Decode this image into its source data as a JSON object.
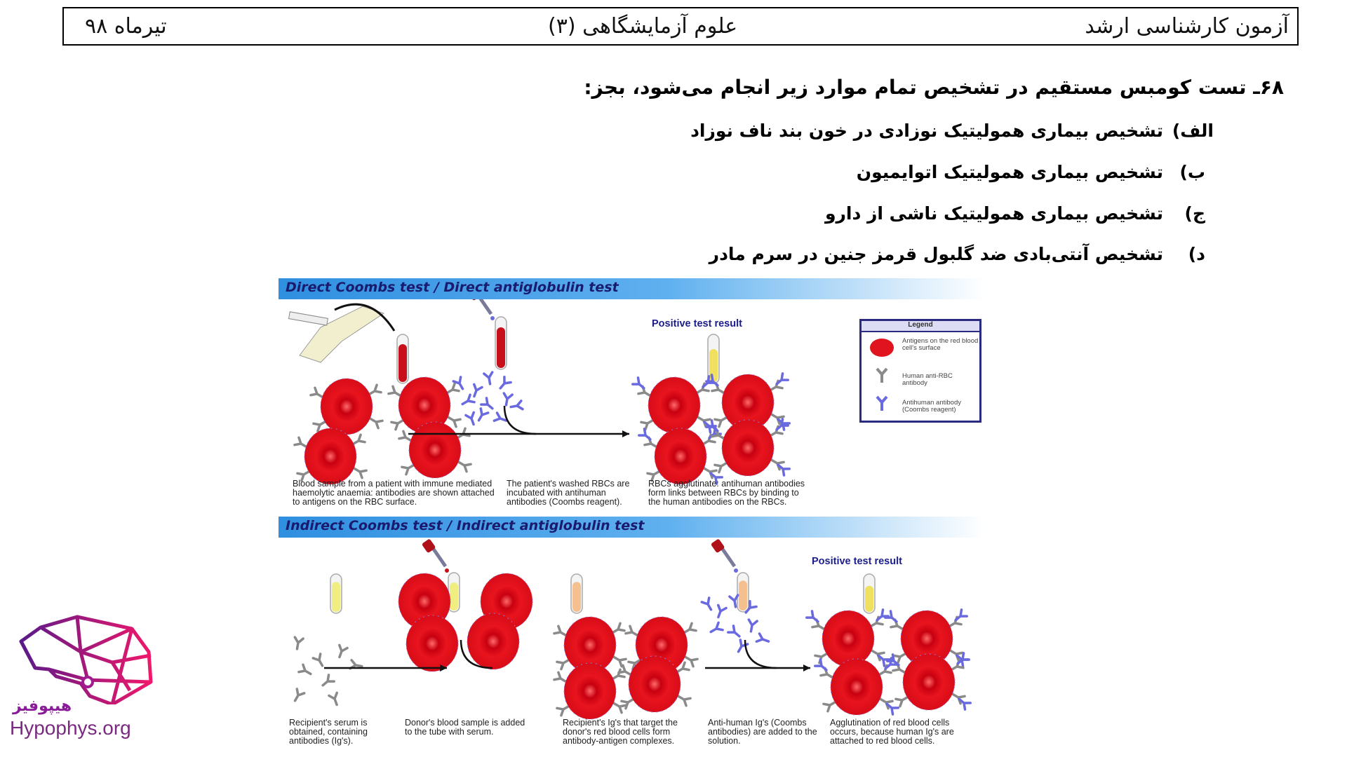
{
  "header": {
    "right": "آزمون کارشناسی ارشد",
    "center": "علوم آزمایشگاهی (۳)",
    "left": "تیرماه ۹۸"
  },
  "question": {
    "number": "۶۸ـ",
    "text": "تست کومبس مستقیم در تشخیص تمام موارد زیر انجام می‌شود، بجز:",
    "options": [
      {
        "label": "الف)",
        "text": "تشخیص بیماری همولیتیک نوزادی در خون بند ناف نوزاد"
      },
      {
        "label": "ب)",
        "text": "تشخیص بیماری همولیتیک اتوایمیون"
      },
      {
        "label": "ج)",
        "text": "تشخیص بیماری همولیتیک ناشی از دارو"
      },
      {
        "label": "د)",
        "text": "تشخیص آنتی‌بادی ضد گلبول قرمز جنین در سرم مادر"
      }
    ]
  },
  "figure": {
    "direct_title": "Direct Coombs test / Direct antiglobulin test",
    "indirect_title": "Indirect Coombs test / Indirect antiglobulin test",
    "positive_label": "Positive test result",
    "direct_captions": [
      "Blood sample from a patient with immune mediated haemolytic anaemia: antibodies are shown attached to antigens on the RBC surface.",
      "The patient's washed RBCs are incubated with antihuman antibodies (Coombs reagent).",
      "RBCs agglutinate: antihuman antibodies form links between RBCs by binding to the human antibodies on the RBCs."
    ],
    "indirect_captions": [
      "Recipient's serum is obtained, containing antibodies (Ig's).",
      "Donor's blood sample is added to the tube with serum.",
      "Recipient's Ig's that target the donor's red blood cells form antibody-antigen complexes.",
      "Anti-human Ig's (Coombs antibodies) are added to the solution.",
      "Agglutination of red blood cells occurs, because human Ig's are attached to red blood cells."
    ],
    "legend": {
      "title": "Legend",
      "items": [
        "Antigens on the red blood cell's surface",
        "Human anti-RBC antibody",
        "Antihuman antibody (Coombs reagent)"
      ]
    },
    "colors": {
      "rbc": "#e0141e",
      "human_ab": "#8a8a8a",
      "antihuman_ab": "#6a6ae0",
      "band": "#2f8fe0"
    }
  },
  "logo": {
    "fa": "هیپوفیز",
    "en": "Hypophys.org"
  }
}
